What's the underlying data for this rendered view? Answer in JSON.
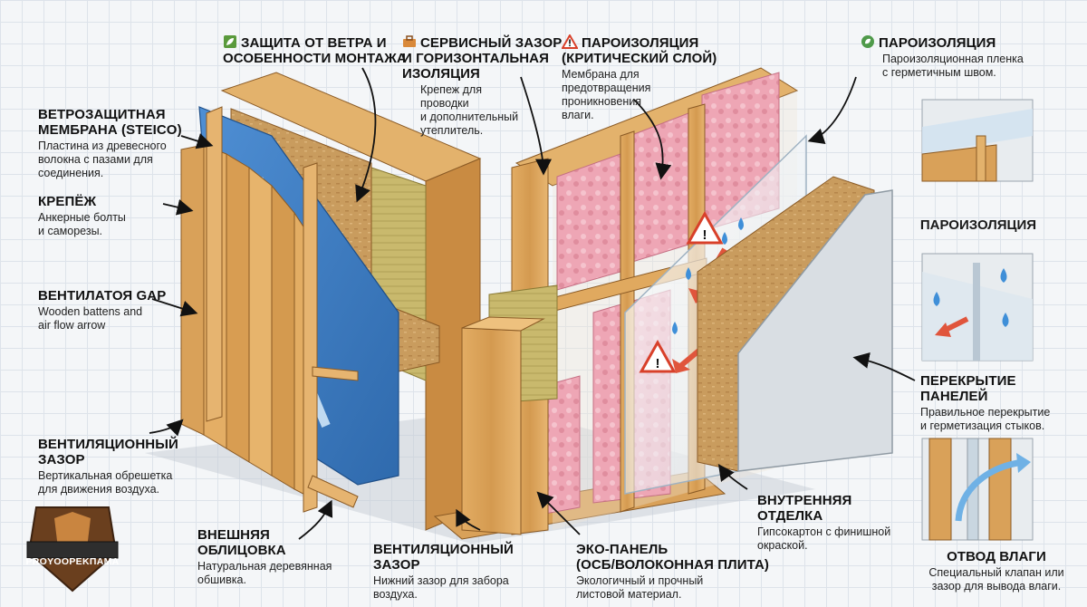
{
  "callouts": {
    "wind_protection": {
      "title_1": "Защита от ветра и",
      "title_2": "особенности монтажа"
    },
    "service_gap": {
      "title_1": "Сервисный зазор",
      "title_2": "и горизонтальная",
      "title_3": "изоляция",
      "desc_1": "Крепеж для",
      "desc_2": "проводки",
      "desc_3": "и дополнительный",
      "desc_4": "утеплитель."
    },
    "vapor_barrier_center": {
      "title_1": "Пароизоляция",
      "title_2": "(критический слой)",
      "desc_1": "Мембрана для",
      "desc_2": "предотвращения",
      "desc_3": "проникновения",
      "desc_4": "влаги."
    },
    "vapor_barrier_right": {
      "title": "Пароизоляция",
      "desc_1": "Пароизоляционная пленка",
      "desc_2": "с герметичным швом."
    },
    "wind_membrane": {
      "title_1": "Ветрозащитная",
      "title_2": "мембрана (STEICO)",
      "desc_1": "Пластина из древесного",
      "desc_2": "волокна с пазами для",
      "desc_3": "соединения."
    },
    "fasteners": {
      "title": "Крепёж",
      "desc_1": "Анкерные болты",
      "desc_2": "и саморезы."
    },
    "vent_gap_en": {
      "title": "Вентилатоя GAP",
      "desc_1": "Wooden battens and",
      "desc_2": "air flow arrow"
    },
    "vent_gap_left": {
      "title_1": "Вентиляционный",
      "title_2": "зазор",
      "desc_1": "Вертикальная обрешетка",
      "desc_2": "для движения воздуха."
    },
    "exterior_cladding": {
      "title_1": "Внешняя",
      "title_2": "облицовка",
      "desc_1": "Натуральная деревянная",
      "desc_2": "обшивка."
    },
    "vent_gap_bottom": {
      "title_1": "Вентиляционный",
      "title_2": "зазор",
      "desc_1": "Нижний зазор для забора",
      "desc_2": "воздуха."
    },
    "eco_panel": {
      "title_1": "Эко-панель",
      "title_2": "(ОСБ/волоконная плита)",
      "desc_1": "Экологичный и прочный",
      "desc_2": "листовой материал."
    },
    "interior_finish": {
      "title_1": "Внутренняя",
      "title_2": "отделка",
      "desc_1": "Гипсокартон с финишной",
      "desc_2": "окраской."
    },
    "panel_overlap": {
      "title": "Перекрытие панелей",
      "desc_1": "Правильное перекрытие",
      "desc_2": "и герметизация стыков."
    },
    "moisture_drain": {
      "title": "Отвод влаги",
      "desc_1": "Специальный клапан или",
      "desc_2": "зазор для вывода влаги."
    }
  },
  "thumbs": {
    "vapor_title": "Пароизоляция"
  },
  "logo": {
    "text": "PROYOOPEKПAMA"
  },
  "colors": {
    "wood": "#d9a45c",
    "wood_dark": "#b87a35",
    "membrane": "#3f7fc4",
    "insulation": "#efaab8",
    "osb": "#c89a5a",
    "drywall": "#d6dbe0",
    "arrow_red": "#e0553c"
  },
  "icons": {
    "wind": "leaf-icon",
    "service": "toolbox-icon",
    "vapor_center": "warning-icon",
    "vapor_right": "eco-icon"
  }
}
